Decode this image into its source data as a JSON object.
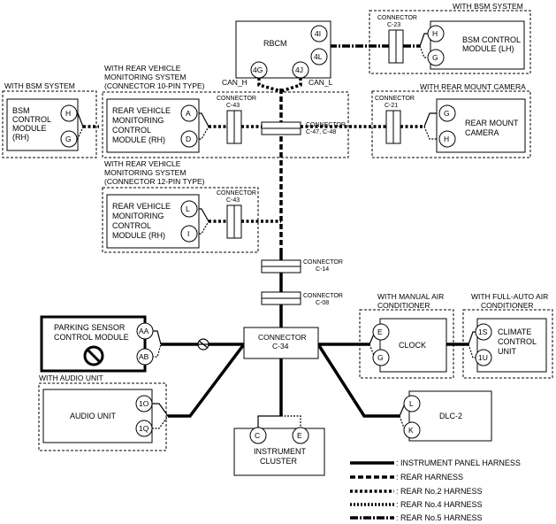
{
  "groups": {
    "bsm_top": "WITH BSM SYSTEM",
    "bsm_left": "WITH BSM SYSTEM",
    "rvm10_l1": "WITH REAR VEHICLE",
    "rvm10_l2": "MONITORING SYSTEM",
    "rvm10_l3": "(CONNECTOR 10-PIN TYPE)",
    "rvm12_l1": "WITH REAR VEHICLE",
    "rvm12_l2": "MONITORING SYSTEM",
    "rvm12_l3": "(CONNECTOR 12-PIN TYPE)",
    "rear_camera": "WITH REAR MOUNT CAMERA",
    "manual_air_l1": "WITH MANUAL AIR",
    "manual_air_l2": "CONDITIONER",
    "full_auto_l1": "WITH FULL-AUTO AIR",
    "full_auto_l2": "CONDITIONER",
    "audio": "WITH AUDIO UNIT"
  },
  "modules": {
    "rbcm": "RBCM",
    "bsm_lh_l1": "BSM CONTROL",
    "bsm_lh_l2": "MODULE (LH)",
    "bsm_rh_l1": "BSM",
    "bsm_rh_l2": "CONTROL",
    "bsm_rh_l3": "MODULE",
    "bsm_rh_l4": "(RH)",
    "rvm10_l1": "REAR VEHICLE",
    "rvm10_l2": "MONITORING",
    "rvm10_l3": "CONTROL",
    "rvm10_l4": "MODULE (RH)",
    "rvm12_l1": "REAR VEHICLE",
    "rvm12_l2": "MONITORING",
    "rvm12_l3": "CONTROL",
    "rvm12_l4": "MODULE (RH)",
    "camera_l1": "REAR MOUNT",
    "camera_l2": "CAMERA",
    "parking_l1": "PARKING SENSOR",
    "parking_l2": "CONTROL MODULE",
    "connector_c34_l1": "CONNECTOR",
    "connector_c34_l2": "C-34",
    "clock": "CLOCK",
    "climate_l1": "CLIMATE",
    "climate_l2": "CONTROL",
    "climate_l3": "UNIT",
    "audio_unit": "AUDIO UNIT",
    "dlc2": "DLC-2",
    "cluster_l1": "INSTRUMENT",
    "cluster_l2": "CLUSTER"
  },
  "pins": {
    "rbcm_4i": "4I",
    "rbcm_4l": "4L",
    "rbcm_4g": "4G",
    "rbcm_4j": "4J",
    "bsm_lh_h": "H",
    "bsm_lh_g": "G",
    "bsm_rh_h": "H",
    "bsm_rh_g": "G",
    "rvm10_a": "A",
    "rvm10_d": "D",
    "rvm12_l": "L",
    "rvm12_i": "I",
    "camera_g": "G",
    "camera_h": "H",
    "parking_aa": "AA",
    "parking_ab": "AB",
    "clock_e": "E",
    "clock_g": "G",
    "climate_1s": "1S",
    "climate_1u": "1U",
    "audio_1o": "1O",
    "audio_1q": "1Q",
    "dlc_l": "L",
    "dlc_k": "K",
    "cluster_c": "C",
    "cluster_e": "E"
  },
  "connectors": {
    "word": "CONNECTOR",
    "c23": "C-23",
    "c21": "C-21",
    "c43_top": "C-43",
    "c43_bottom": "C-43",
    "c47_48": "C-47, C-48",
    "c14": "C-14",
    "c08": "C-08"
  },
  "bus": {
    "can_h": "CAN_H",
    "can_l": "CAN_L"
  },
  "legend": [
    ": INSTRUMENT PANEL HARNESS",
    ": REAR HARNESS",
    ": REAR No.2 HARNESS",
    ": REAR No.4 HARNESS",
    ": REAR No.5 HARNESS"
  ]
}
